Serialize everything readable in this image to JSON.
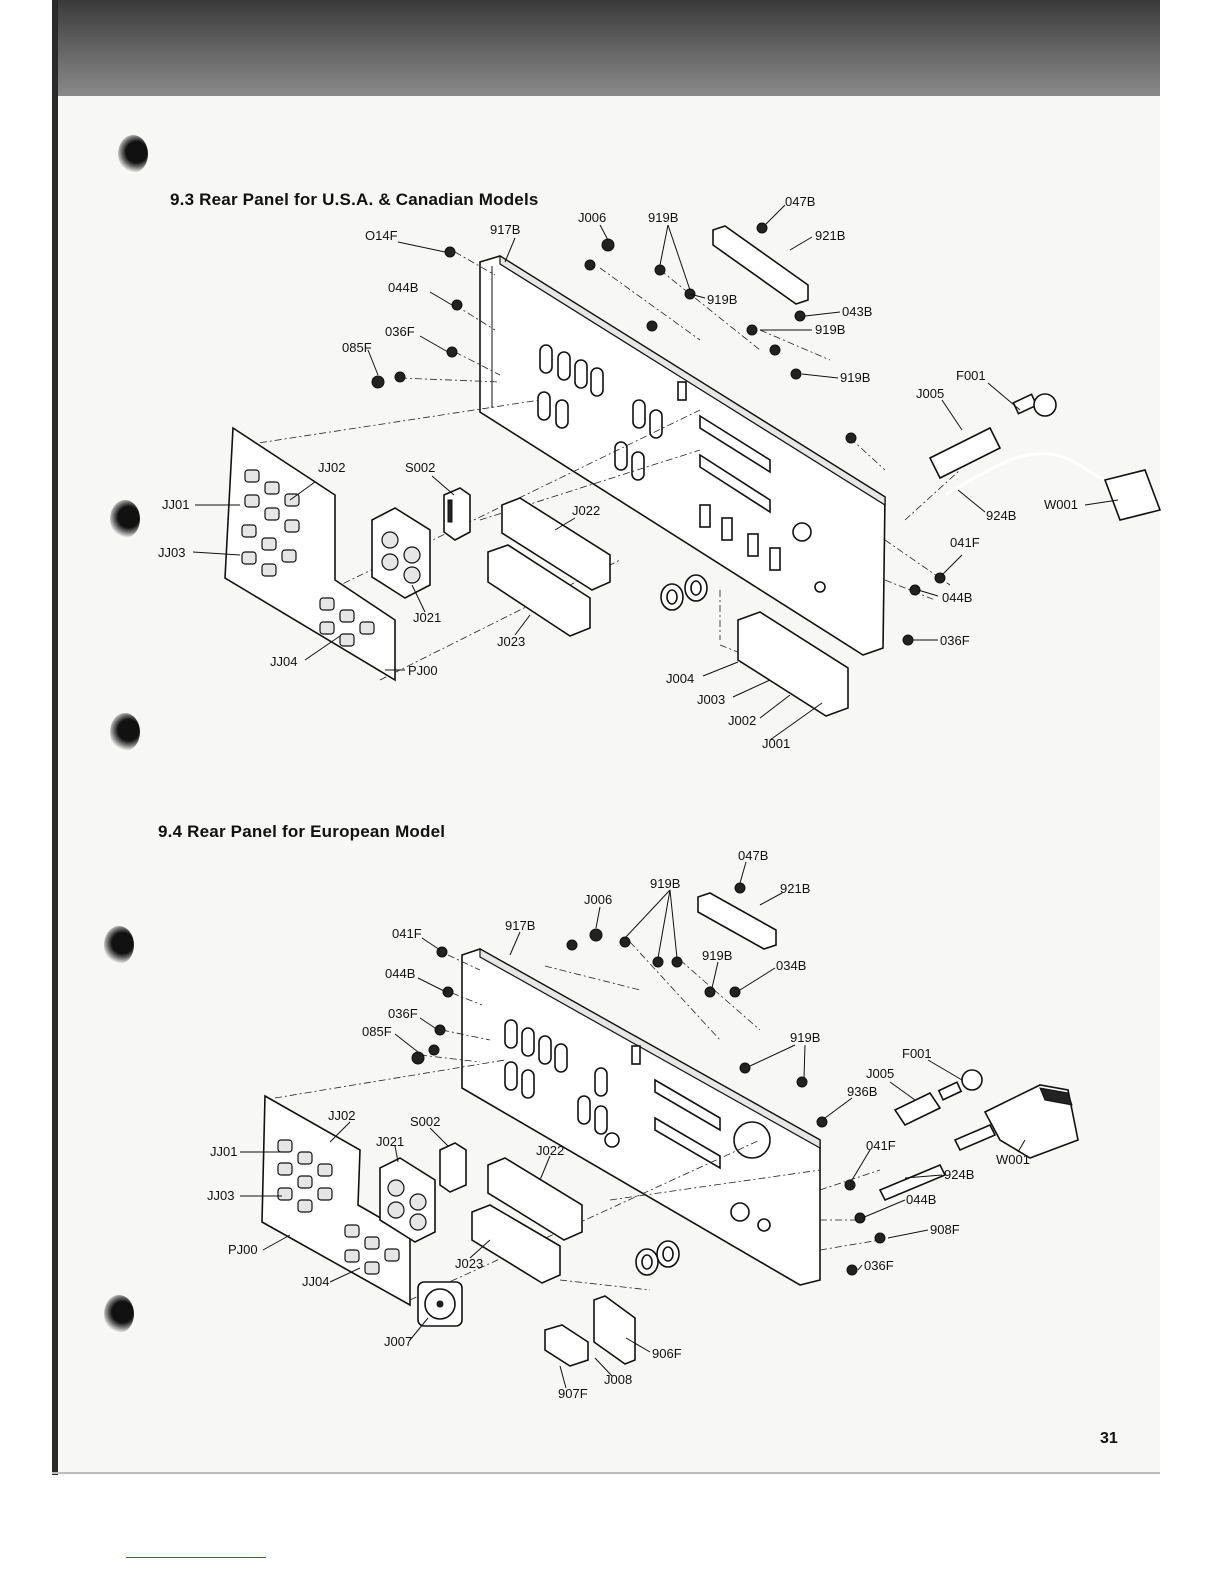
{
  "page": {
    "number": "31"
  },
  "sections": [
    {
      "title": "9.3 Rear Panel for U.S.A. & Canadian Models",
      "labels": [
        "O14F",
        "917B",
        "J006",
        "919B",
        "047B",
        "921B",
        "044B",
        "919B",
        "043B",
        "036F",
        "919B",
        "085F",
        "919B",
        "F001",
        "J005",
        "JJ02",
        "S002",
        "JJ01",
        "J022",
        "924B",
        "W001",
        "JJ03",
        "041F",
        "044B",
        "J021",
        "036F",
        "J023",
        "JJ04",
        "PJ00",
        "J004",
        "J003",
        "J002",
        "J001"
      ]
    },
    {
      "title": "9.4 Rear Panel for European Model",
      "labels": [
        "047B",
        "919B",
        "921B",
        "J006",
        "917B",
        "041F",
        "919B",
        "034B",
        "044B",
        "036F",
        "085F",
        "919B",
        "F001",
        "J005",
        "936B",
        "JJ02",
        "S002",
        "J021",
        "J022",
        "041F",
        "W001",
        "JJ01",
        "924B",
        "JJ03",
        "044B",
        "908F",
        "PJ00",
        "JJ04",
        "J023",
        "036F",
        "J007",
        "906F",
        "J008",
        "907F"
      ]
    }
  ]
}
